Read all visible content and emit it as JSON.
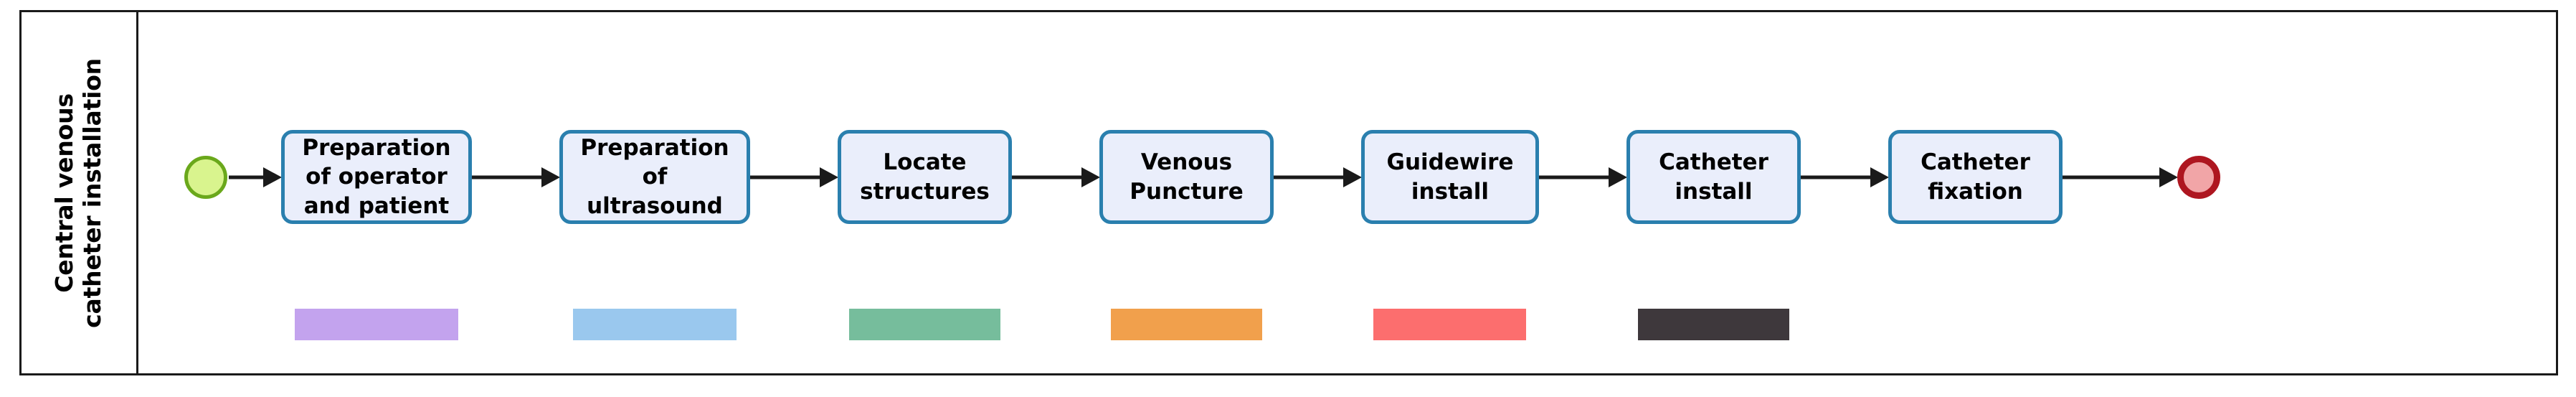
{
  "lane": {
    "label_line1": "Central venous",
    "label_line2": "catheter installation"
  },
  "nodes": {
    "start": {
      "name": "start-event",
      "fill": "#d9f48e",
      "stroke": "#6aa81b"
    },
    "end": {
      "name": "end-event",
      "fill": "#f1a5a7",
      "stroke": "#ae1620"
    }
  },
  "steps": [
    {
      "id": 1,
      "line1": "Preparation",
      "line2": "of operator",
      "line3": "and patient",
      "bar_color": "#c3a3ee"
    },
    {
      "id": 2,
      "line1": "Preparation",
      "line2": "of",
      "line3": "ultrasound",
      "bar_color": "#9ac8ee"
    },
    {
      "id": 3,
      "line1": "Locate",
      "line2": "structures",
      "line3": "",
      "bar_color": "#76bd9c"
    },
    {
      "id": 4,
      "line1": "Venous",
      "line2": "Puncture",
      "line3": "",
      "bar_color": "#f1a04c"
    },
    {
      "id": 5,
      "line1": "Guidewire",
      "line2": "install",
      "line3": "",
      "bar_color": "#fc6e6e"
    },
    {
      "id": 6,
      "line1": "Catheter",
      "line2": "install",
      "line3": "",
      "bar_color": "#3e383c"
    },
    {
      "id": 7,
      "line1": "Catheter",
      "line2": "fixation",
      "line3": "",
      "bar_color": ""
    }
  ],
  "style": {
    "box_fill": "#eaeefb",
    "box_stroke": "#2a7fae",
    "frame_stroke": "#1a1a1a",
    "arrow_color": "#1a1a1a"
  }
}
